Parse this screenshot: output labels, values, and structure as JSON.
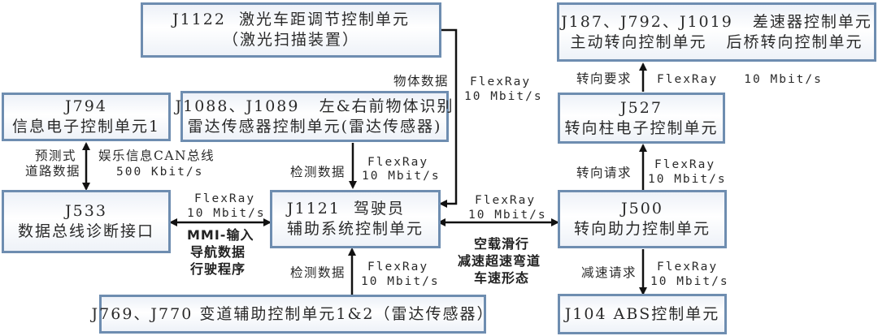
{
  "nodes": {
    "j1122": {
      "lines": [
        "J1122  激光车距调节控制单元",
        "（激光扫描装置）"
      ]
    },
    "j187": {
      "lines": [
        "J187、J792、J1019   差速器控制单元",
        "主动转向控制单元   后桥转向控制单元"
      ]
    },
    "j794": {
      "lines": [
        "J794",
        "信息电子控制单元1"
      ]
    },
    "j1088": {
      "lines": [
        "J1088、J1089   左&右前物体识别",
        "雷达传感器控制单元(雷达传感器)"
      ]
    },
    "j527": {
      "lines": [
        "J527",
        "转向柱电子控制单元"
      ]
    },
    "j533": {
      "lines": [
        "J533",
        "数据总线诊断接口"
      ]
    },
    "j1121": {
      "lines": [
        "J1121  驾驶员",
        "辅助系统控制单元"
      ]
    },
    "j500": {
      "lines": [
        "J500",
        "转向助力控制单元"
      ]
    },
    "j769": {
      "lines": [
        "J769、J770 变道辅助控制单元1&2（雷达传感器）"
      ]
    },
    "j104": {
      "lines": [
        "J104 ABS控制单元"
      ]
    }
  },
  "connections": {
    "j1122_to_j1121": {
      "data_label": "物体数据",
      "bus": "FlexRay",
      "rate": "10 Mbit/s"
    },
    "j527_to_j187": {
      "data_label": "转向要求",
      "bus_rate": "FlexRay   10 Mbit/s"
    },
    "j794_j533": {
      "data_label_lines": [
        "预测式",
        "道路数据"
      ],
      "bus": "娱乐信息CAN总线",
      "rate": "500 Kbit/s"
    },
    "j1088_to_j1121": {
      "data_label": "检测数据",
      "bus": "FlexRay",
      "rate": "10 Mbit/s"
    },
    "j500_to_j527": {
      "data_label": "转向请求",
      "bus": "FlexRay",
      "rate": "10 Mbit/s"
    },
    "j533_j1121": {
      "bus": "FlexRay",
      "rate": "10 Mbit/s",
      "data_lines": [
        "MMI-输入",
        "导航数据",
        "行驶程序"
      ]
    },
    "j1121_j500": {
      "bus": "FlexRay",
      "rate": "10 Mbit/s",
      "data_lines": [
        "空载滑行",
        "减速超速弯道",
        "车速形态"
      ]
    },
    "j769_to_j1121": {
      "data_label": "检测数据",
      "bus": "FlexRay",
      "rate": "10 Mbit/s"
    },
    "j500_to_j104": {
      "data_label": "减速请求",
      "bus": "FlexRay",
      "rate": "10 Mbit/s"
    }
  }
}
